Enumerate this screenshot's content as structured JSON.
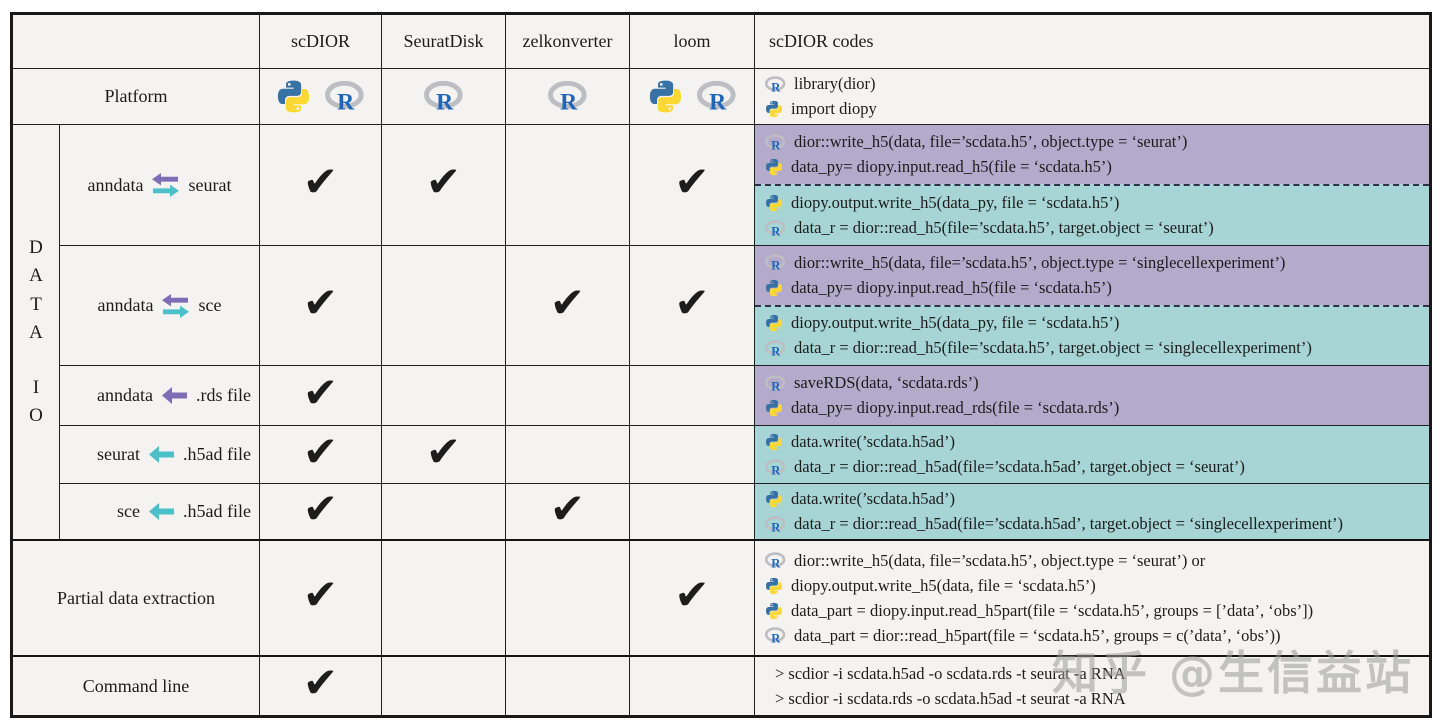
{
  "colors": {
    "purple_block": "#b4aacb",
    "teal_block": "#a7d4d5",
    "cell_bg": "#f4f3f1",
    "border": "#1a1a1a",
    "python_blue": "#3872a4",
    "python_yellow": "#fdd835",
    "r_blue": "#2066b8",
    "r_gray": "#bcbec3"
  },
  "header": {
    "codes_label": "scDIOR codes",
    "tools": [
      "scDIOR",
      "SeuratDisk",
      "zelkonverter",
      "loom"
    ]
  },
  "platform": {
    "label": "Platform",
    "code_lines": [
      {
        "lang": "r",
        "text": "library(dior)"
      },
      {
        "lang": "python",
        "text": "import diopy"
      }
    ]
  },
  "data_io": {
    "top": "D\nA\nT\nA",
    "bottom": "I\nO"
  },
  "rows": [
    {
      "left": "anndata",
      "right": "seurat",
      "arrow": "exchange",
      "marks": [
        "✔",
        "✔",
        "",
        "✔"
      ],
      "blocks": [
        {
          "style": "purple",
          "lines": [
            {
              "lang": "r",
              "text": "dior::write_h5(data, file=’scdata.h5’, object.type = ‘seurat’)"
            },
            {
              "lang": "python",
              "text": "data_py= diopy.input.read_h5(file = ‘scdata.h5’)"
            }
          ]
        },
        {
          "style": "teal",
          "lines": [
            {
              "lang": "python",
              "text": "diopy.output.write_h5(data_py, file = ‘scdata.h5’)"
            },
            {
              "lang": "r",
              "text": "data_r = dior::read_h5(file=’scdata.h5’, target.object = ‘seurat’)"
            }
          ]
        }
      ]
    },
    {
      "left": "anndata",
      "right": "sce",
      "arrow": "exchange",
      "marks": [
        "✔",
        "",
        "✔",
        "✔"
      ],
      "blocks": [
        {
          "style": "purple",
          "lines": [
            {
              "lang": "r",
              "text": "dior::write_h5(data, file=’scdata.h5’, object.type = ‘singlecellexperiment’)"
            },
            {
              "lang": "python",
              "text": "data_py= diopy.input.read_h5(file = ‘scdata.h5’)"
            }
          ]
        },
        {
          "style": "teal",
          "lines": [
            {
              "lang": "python",
              "text": "diopy.output.write_h5(data_py, file = ‘scdata.h5’)"
            },
            {
              "lang": "r",
              "text": "data_r = dior::read_h5(file=’scdata.h5’, target.object = ‘singlecellexperiment’)"
            }
          ]
        }
      ]
    },
    {
      "left": "anndata",
      "right": ".rds file",
      "arrow": "left-purple",
      "marks": [
        "✔",
        "",
        "",
        ""
      ],
      "blocks": [
        {
          "style": "purple",
          "lines": [
            {
              "lang": "r",
              "text": "saveRDS(data, ‘scdata.rds’)"
            },
            {
              "lang": "python",
              "text": "data_py= diopy.input.read_rds(file = ‘scdata.rds’)"
            }
          ]
        }
      ]
    },
    {
      "left": "seurat",
      "right": ".h5ad file",
      "arrow": "left-teal",
      "marks": [
        "✔",
        "✔",
        "",
        ""
      ],
      "blocks": [
        {
          "style": "teal",
          "lines": [
            {
              "lang": "python",
              "text": "data.write(’scdata.h5ad’)"
            },
            {
              "lang": "r",
              "text": "data_r = dior::read_h5ad(file=’scdata.h5ad’, target.object = ‘seurat’)"
            }
          ]
        }
      ]
    },
    {
      "left": "sce",
      "right": ".h5ad file",
      "arrow": "left-teal",
      "marks": [
        "✔",
        "",
        "✔",
        ""
      ],
      "blocks": [
        {
          "style": "teal",
          "lines": [
            {
              "lang": "python",
              "text": "data.write(’scdata.h5ad’)"
            },
            {
              "lang": "r",
              "text": "data_r = dior::read_h5ad(file=’scdata.h5ad’, target.object = ‘singlecellexperiment’)"
            }
          ]
        }
      ]
    }
  ],
  "partial": {
    "label": "Partial data extraction",
    "marks": [
      "✔",
      "",
      "",
      "✔"
    ],
    "lines": [
      {
        "lang": "r",
        "text": "dior::write_h5(data, file=’scdata.h5’, object.type = ‘seurat’) or"
      },
      {
        "lang": "python",
        "text": "diopy.output.write_h5(data, file = ‘scdata.h5’)"
      },
      {
        "lang": "python",
        "text": "data_part = diopy.input.read_h5part(file = ‘scdata.h5’, groups = [’data’, ‘obs’])"
      },
      {
        "lang": "r",
        "text": "data_part = dior::read_h5part(file = ‘scdata.h5’, groups = c(’data’, ‘obs’))"
      }
    ]
  },
  "command": {
    "label": "Command line",
    "marks": [
      "✔",
      "",
      "",
      ""
    ],
    "lines": [
      {
        "text": ">  scdior -i scdata.h5ad -o scdata.rds -t seurat -a RNA"
      },
      {
        "text": ">  scdior -i scdata.rds -o scdata.h5ad -t seurat -a RNA"
      }
    ]
  },
  "watermark": {
    "text": "知乎 @生信益站"
  }
}
